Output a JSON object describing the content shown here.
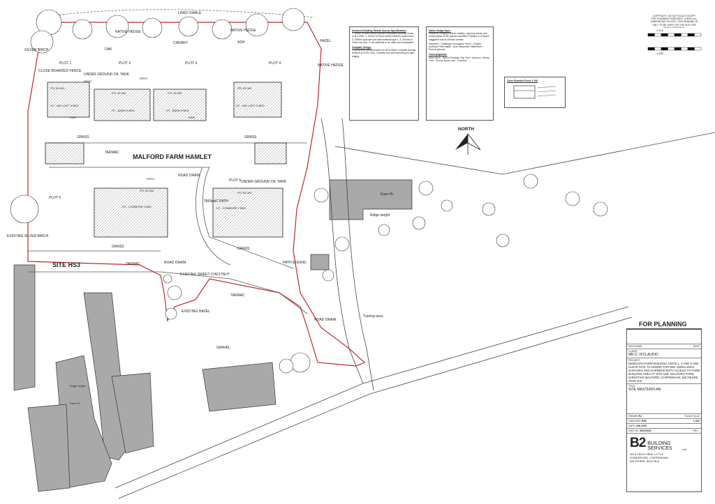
{
  "labels": {
    "site_hs3": "SITE HS3",
    "hamlet": "MALFORD FARM HAMLET",
    "tarmac": "TARMAC",
    "grass": "GRASS",
    "gravel": "GRAVEL",
    "patio": "PATIO",
    "rwp": "RWP",
    "road_drain": "ROAD DRAIN",
    "native_hedge": "NATIVE HEDGE",
    "hazel": "HAZEL",
    "oak": "OAK",
    "cherry": "CHERRY",
    "ash": "ASH",
    "silver_birch": "SILVER BIRCH",
    "existing_silver_birch": "EXISTING SILVER BIRCH",
    "existing_sweet_chestnut": "EXISTING SWEET CHESTNUT",
    "existing_hazel": "EXISTING HAZEL",
    "close_boarded_fence": "CLOSE BOARDED FENCE",
    "underground_oil_tank": "UNDER GROUND OIL TANK",
    "tarmac_path": "TARMAC PATH",
    "path_edging": "PATH EDGING",
    "lined_swale": "LINED SWALE",
    "north": "NORTH",
    "ridge_height": "Ridge height",
    "eave_ht": "Eave Ht",
    "turning_area": "Turning area"
  },
  "plots": [
    {
      "name": "PLOT 1",
      "house": "HT - HAY LOFT 3 BED",
      "ffl": "FFL 53.300"
    },
    {
      "name": "PLOT 2",
      "house": "HT - BARN 3 BED",
      "ffl": "FFL 53.300"
    },
    {
      "name": "PLOT 3",
      "house": "HT - BARN 3 BED",
      "ffl": "FFL 53.300"
    },
    {
      "name": "PLOT 4",
      "house": "HT - HAY LOFT 3 BED",
      "ffl": "FFL 53.300"
    },
    {
      "name": "PLOT 5",
      "house": "HT - COWBYRE 2 BED",
      "ffl": "FFL 53.300"
    },
    {
      "name": "PLOT 6",
      "house": "HT - COWBYRE 2 BED",
      "ffl": "FFL 53.300"
    }
  ],
  "notes": {
    "tarmac_spec_title": "Assumed Existing Tarmac Access Specification:",
    "tarmac_spec": "1. 50mm of 6mm dense bitumen macadam wearing course to B.S.4987. 2. 60mm of 20mm dense bitumen basecourse. 3. 150mm granular sub-base material type 1. 4. 300mm of 40mm hip core. 5. All materials to be rolled and compacted.",
    "footpath_title": "Footpath Design:",
    "footpath": "125x150mm concrete kerbs at 125x125mm concrete precast kerbs to B.S.EN 1340. Concrete bed and haunching to path edging.",
    "hedge_title": "Native Hedge Spec:",
    "hedge": "Plants for hedging shall be healthy, vigorous bushy, well rooted plants of the species specified. Planted in a double staggered row at 300mm centres.",
    "hedge_species": "Hawthorn - Crataegus monogyna; Hazel - Corylus avellana; Field maple - Acer campestre; Blackthorn - Prunus spinosa",
    "trees_title": "Trees proposed:",
    "trees": "Silver Birch - Betula Pendula; Oak Tree - Quercus; Cherry Tree - Prunus Avium; Ash - Fraxinus",
    "fence_title": "Close Boarded Fence 1:100"
  },
  "copyright": "COPYRIGHT. DO NOT SCALE EXCEPT FOR PLANNING PURPOSES. CHECK ALL DIMENSIONS ON SITE. THIS DRAWING IS ONLY TO BE USED FOR THE SITE FOR WHICH DESIGNED.",
  "scale_bar_a": "1:100",
  "scale_bar_b": "1:200",
  "title_block": {
    "status": "FOR PLANNING",
    "revisions_label": "REVISIONS",
    "date_label": "DATE",
    "client_label": "CLIENT",
    "client": "MR D. DICLAUDIO",
    "project_label": "PROJECT",
    "project": "DEMOLISH FARM BUILDING UNITS 1, 2 AND 3 AND CLEAR SITE. PLANNING FOR 6No. DWELLINGS, GARAGES AND GARDENS WITH ACCESS TO FARM BUILDING AREA AT SITE H3D. MALFORD FARM, CHRISTIAN MALFORD, CHIPPENHAM, WILTSHIRE, SN15 4AZ",
    "title_label": "TITLE",
    "title": "SITE MASTERPLAN",
    "drawn_label": "DRAWN",
    "drawn": "RJ",
    "checked_label": "CHECKED",
    "checked": "RJB",
    "date_value_label": "DATE",
    "date_value": "JAN 2020",
    "dwg_label": "DWG No.",
    "dwg": "B22/20/01",
    "scale_label": "SCALE @ A1",
    "scale": "1:200",
    "rev_label": "REV",
    "rev": "-",
    "logo_b2": "B2",
    "logo_name": "BUILDING SERVICES",
    "logo_ltd": "Ltd",
    "address": "NO.6 FIELD VIEW, LITTLE SOMERFORD, CHIPPENHAM, WILTSHIRE, SN15 5LA"
  }
}
